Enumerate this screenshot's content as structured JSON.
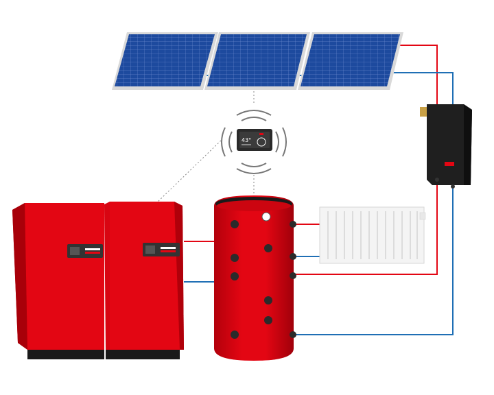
{
  "scene": {
    "colors": {
      "background": "#ffffff",
      "boiler_red": "#e30613",
      "boiler_red_dark": "#b8000c",
      "pipe_hot": "#e30613",
      "pipe_cold": "#1f6fb5",
      "solar_blue": "#1a3f8f",
      "radiator": "#f2f2f2",
      "dark_unit": "#222222"
    },
    "components": {
      "solar_panels": {
        "count": 3,
        "icon": "solar-panel-icon"
      },
      "controller": {
        "icon": "thermostat-controller-icon",
        "display_value": "43°",
        "wireless": true
      },
      "boiler_units": {
        "count": 2,
        "icon": "boiler-icon"
      },
      "storage_tank": {
        "icon": "buffer-tank-icon"
      },
      "radiator": {
        "icon": "radiator-icon"
      },
      "solar_station": {
        "icon": "pump-station-icon"
      }
    }
  }
}
